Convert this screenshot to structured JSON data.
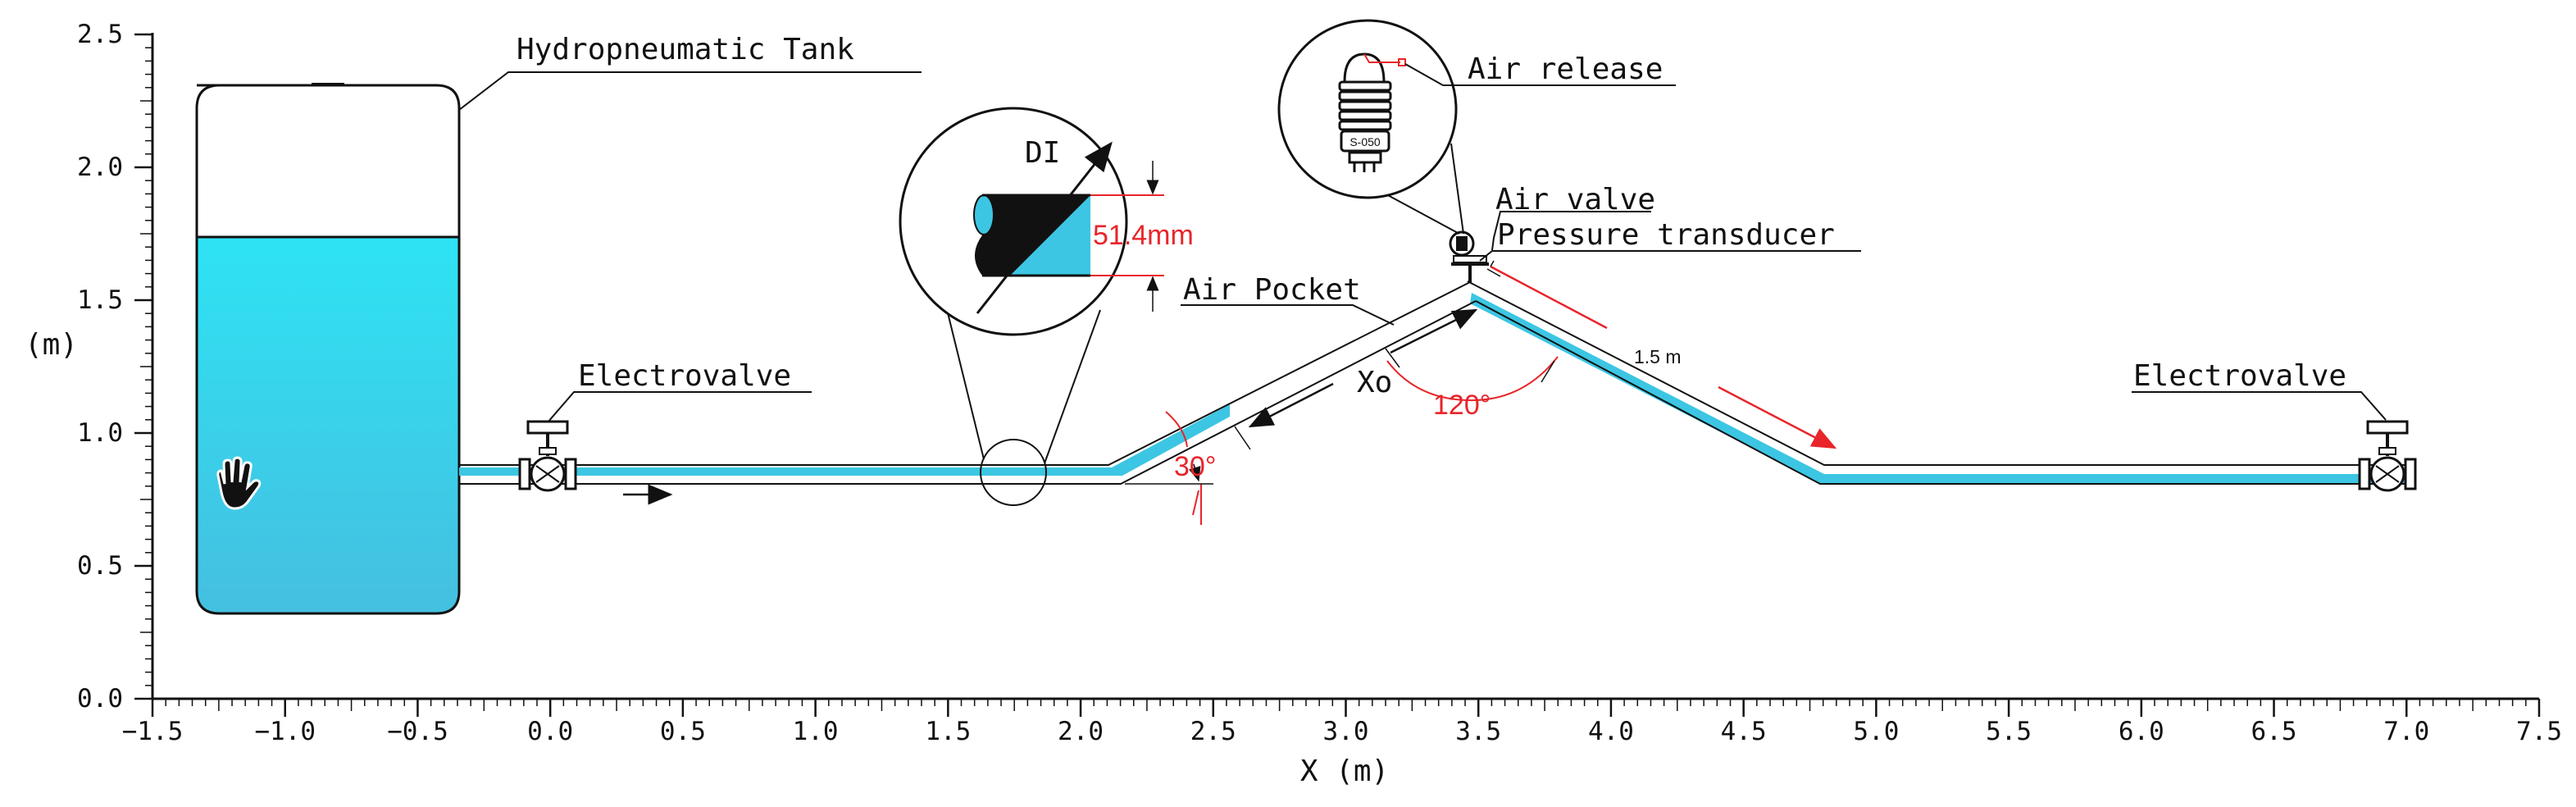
{
  "axes": {
    "x_label": "X (m)",
    "y_label": "(m)",
    "x_ticks": [
      "−1.5",
      "−1.0",
      "−0.5",
      "0.0",
      "0.5",
      "1.0",
      "1.5",
      "2.0",
      "2.5",
      "3.0",
      "3.5",
      "4.0",
      "4.5",
      "5.0",
      "5.5",
      "6.0",
      "6.5",
      "7.0",
      "7.5"
    ],
    "y_ticks": [
      "0.0",
      "0.5",
      "1.0",
      "1.5",
      "2.0",
      "2.5"
    ]
  },
  "labels": {
    "tank": "Hydropneumatic Tank",
    "electrovalve_left": "Electrovalve",
    "electrovalve_right": "Electrovalve",
    "air_pocket": "Air Pocket",
    "air_valve": "Air valve",
    "pressure_transducer": "Pressure transducer",
    "air_release": "Air release",
    "di": "DI",
    "diameter": "51.4mm",
    "angle_30": "30°",
    "angle_120": "120°",
    "xo": "Xo",
    "length": "1.5 m",
    "valve_model": "S-050"
  },
  "colors": {
    "water": "#3cc6e3",
    "water_top": "#2ee0f2",
    "dimension": "#e8252a",
    "line": "#111111"
  },
  "icons": [
    "hand-icon"
  ]
}
